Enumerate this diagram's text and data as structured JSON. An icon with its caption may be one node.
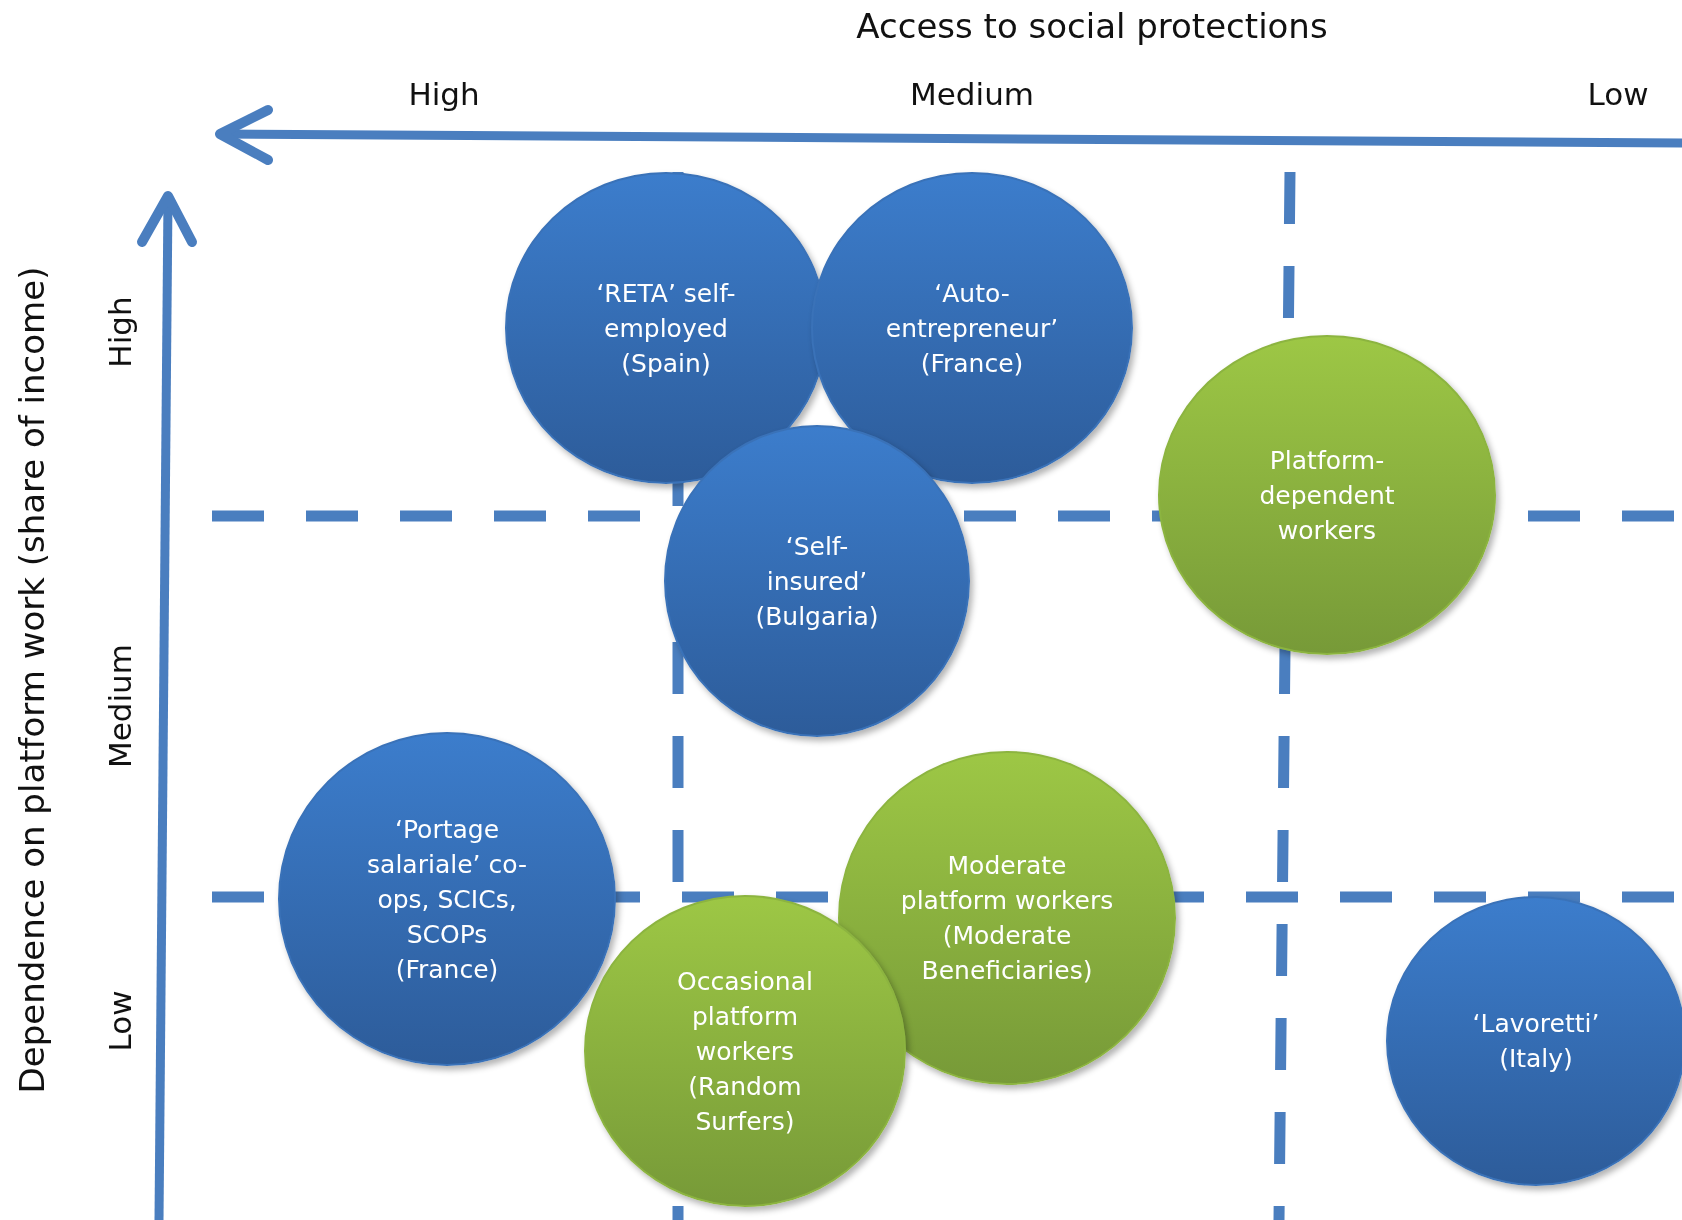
{
  "diagram": {
    "nodes": [
      {
        "text": [
          "‘RETA’ self-employed (Spain)"
        ]
      },
      {
        "text": [
          "‘Auto-entrepreneur’ (France)"
        ]
      },
      {
        "text": [
          "‘Self-insured’ (Bulgaria)"
        ]
      },
      {
        "text": [
          "Platform-dependent workers"
        ]
      },
      {
        "text": [
          "‘Portage salariale’ co-ops, SCICs, SCOPs (France)"
        ]
      },
      {
        "text": [
          "Moderate platform workers (Moderate Beneficiaries)"
        ]
      },
      {
        "text": [
          "Occasional platform workers (Random Surfers)"
        ]
      },
      {
        "text": [
          "‘Lavoretti’ (Italy)"
        ]
      }
    ],
    "labels": [
      "Access to social protections",
      "High",
      "Medium",
      "Low",
      "Dependence on platform work (share of income)",
      "High",
      "Medium",
      "Low"
    ]
  }
}
